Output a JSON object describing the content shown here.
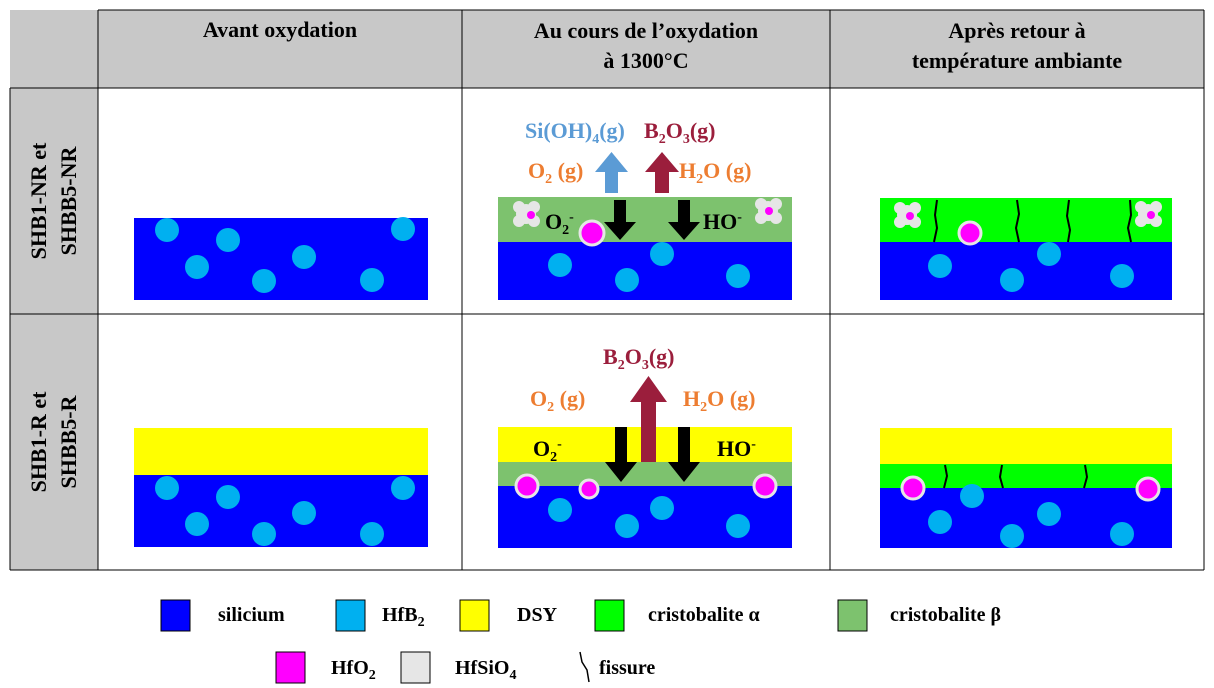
{
  "columns": {
    "before": "Avant oxydation",
    "during_l1": "Au cours de l’oxydation",
    "during_l2": "à 1300°C",
    "after_l1": "Après retour à",
    "after_l2": "température ambiante"
  },
  "rows": {
    "nr_l1": "SHB1-NR et",
    "nr_l2": "SHBB5-NR",
    "r_l1": "SHB1-R et",
    "r_l2": "SHBB5-R"
  },
  "species": {
    "sioh4_main": "Si(OH)",
    "sioh4_sub": "4",
    "sioh4_tail": "(g)",
    "b2o3_a": "B",
    "b2o3_sub1": "2",
    "b2o3_b": "O",
    "b2o3_sub2": "3",
    "b2o3_tail": "(g)",
    "o2_main": "O",
    "o2_sub": "2",
    "o2_tail": " (g)",
    "h2o_a": "H",
    "h2o_sub": "2",
    "h2o_tail": "O (g)",
    "o2ion_main": "O",
    "o2ion_sub": "2",
    "o2ion_sup": "-",
    "hoion_main": "HO",
    "hoion_sup": "-"
  },
  "legend": {
    "silicium": "silicium",
    "hfb2_main": "HfB",
    "hfb2_sub": "2",
    "dsy": "DSY",
    "cristo_a": "cristobalite α",
    "cristo_b": "cristobalite β",
    "hfo2_main": "HfO",
    "hfo2_sub": "2",
    "hfsio4_main": "HfSiO",
    "hfsio4_sub": "4",
    "fissure": "fissure"
  },
  "colors": {
    "silicium": "#0000ff",
    "hfb2": "#00b0f0",
    "dsy": "#ffff00",
    "cristobalite_alpha": "#00ff00",
    "cristobalite_beta": "#7dc26e",
    "hfo2": "#ff00ff",
    "hfsio4": "#e6e6e6",
    "header_fill": "#c8c8c8",
    "arrow_sioh4": "#5b9bd5",
    "arrow_b2o3": "#9b1e3c",
    "text_sioh4": "#5b9bd5",
    "text_b2o3": "#9b1e3c",
    "text_o2_h2o": "#ed7d31"
  },
  "icons": {
    "arrow_up": "arrow-up-icon",
    "arrow_down": "arrow-down-icon",
    "crack": "crack-icon",
    "hfsio4_grain": "flower-grain-icon"
  }
}
